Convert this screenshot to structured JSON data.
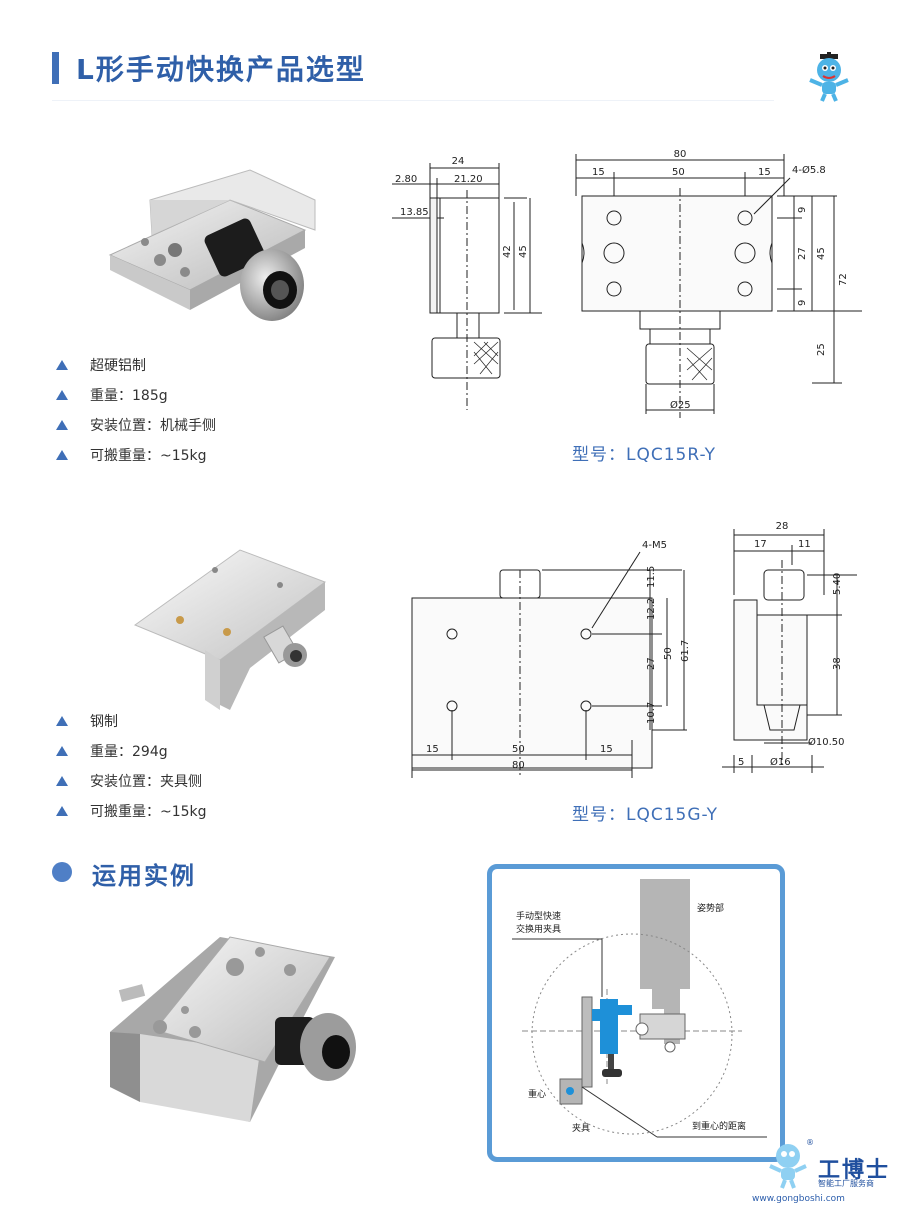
{
  "header": {
    "title": "L形手动快换产品选型"
  },
  "product1": {
    "specs": [
      "超硬铝制",
      "重量：185g",
      "安装位置：机械手侧",
      "可搬重量：~15kg"
    ],
    "model": "型号：LQC15R-Y",
    "dims_side": {
      "w24": "24",
      "d280": "2.80",
      "d2120": "21.20",
      "d1385": "13.85",
      "d42": "42",
      "d45": "45"
    },
    "dims_front": {
      "w80": "80",
      "d15a": "15",
      "d50": "50",
      "d15b": "15",
      "hole": "4-Ø5.8",
      "d9a": "9",
      "d27": "27",
      "d45": "45",
      "d9b": "9",
      "d72": "72",
      "d25": "25",
      "dia25": "Ø25"
    }
  },
  "product2": {
    "specs": [
      "钢制",
      "重量：294g",
      "安装位置：夹具侧",
      "可搬重量：~15kg"
    ],
    "model": "型号：LQC15G-Y",
    "dims_front": {
      "thread": "4-M5",
      "d115": "11.5",
      "d122": "12.2",
      "d27": "27",
      "d50": "50",
      "d617": "61.7",
      "d107": "10.7",
      "d15a": "15",
      "d50w": "50",
      "d15b": "15",
      "w80": "80"
    },
    "dims_side": {
      "w28": "28",
      "d17": "17",
      "d11": "11",
      "d540": "5.40",
      "d38": "38",
      "dia1050": "Ø10.50",
      "d5": "5",
      "dia16": "Ø16"
    }
  },
  "usage": {
    "title": "运用实例",
    "diagram": {
      "label_tool": [
        "手动型快速",
        "交换用夹具"
      ],
      "label_arm": "姿势部",
      "label_cog": "重心",
      "label_fixture": "夹具",
      "label_distance": "到重心的距离"
    }
  },
  "watermark": {
    "brand": "工博士",
    "reg": "®",
    "tagline": "智能工厂服务商",
    "url": "www.gongboshi.com"
  },
  "colors": {
    "accent": "#3f6fb7",
    "title": "#2f5fa8",
    "frame": "#5a9bd6",
    "part_blue": "#1e90d8"
  }
}
